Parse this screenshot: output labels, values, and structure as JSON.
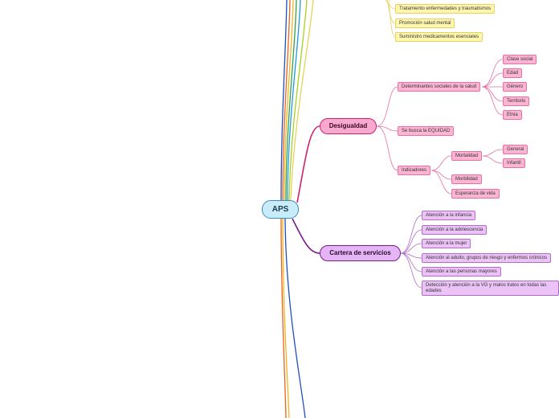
{
  "root": {
    "label": "APS"
  },
  "branches": {
    "desigualdad": {
      "label": "Desigualdad",
      "determinantes": {
        "label": "Determinantes sociales de la salud",
        "items": [
          "Clase social",
          "Edad",
          "Género",
          "Territorio",
          "Etnia"
        ]
      },
      "equidad": {
        "label": "Se busca la EQUIDAD"
      },
      "indicadores": {
        "label": "Indicadores",
        "mortalidad": {
          "label": "Mortalidad",
          "items": [
            "General",
            "Infantil"
          ]
        },
        "morbilidad": {
          "label": "Morbilidad"
        },
        "esperanza": {
          "label": "Esperanza de vida"
        }
      }
    },
    "cartera": {
      "label": "Cartera de servicios",
      "items": [
        "Atención a la infancia",
        "Atención a la adolescencia",
        "Atención a la mujer",
        "Atención al adulto, grupos de riesgo y enfermos crónicos",
        "Atención a las personas mayores",
        "Detección y atención a la VG y malos tratos en todas las edades"
      ]
    },
    "top_items": [
      "Tratamiento enfermedades y traumatismos",
      "Promoción salud mental",
      "Suministro medicamentos esenciales"
    ]
  },
  "colors": {
    "root_fill": "#c9ecfa",
    "desigualdad": "#d0216f",
    "cartera": "#7a1a8c",
    "yellow_branch": "#e6d25a"
  }
}
